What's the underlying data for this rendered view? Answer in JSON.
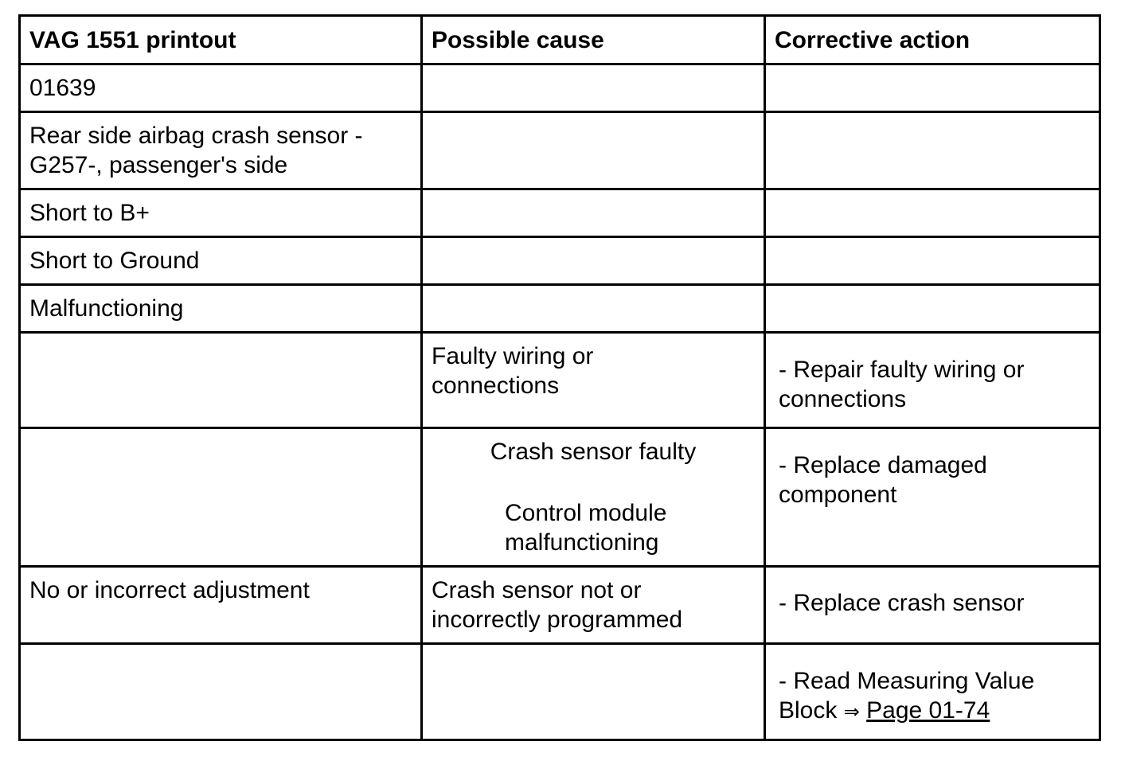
{
  "table": {
    "headers": [
      "VAG 1551 printout",
      "Possible cause",
      "Corrective action"
    ],
    "rows": [
      {
        "printout": "01639",
        "cause": "",
        "action": ""
      },
      {
        "printout": "Rear side airbag crash sensor -\nG257-, passenger's side",
        "cause": "",
        "action": ""
      },
      {
        "printout": "Short to B+",
        "cause": "",
        "action": ""
      },
      {
        "printout": "Short to Ground",
        "cause": "",
        "action": ""
      },
      {
        "printout": "Malfunctioning",
        "cause": "",
        "action": ""
      },
      {
        "printout": "",
        "cause": "Faulty wiring or\nconnections",
        "action": "- Repair faulty wiring or\nconnections"
      },
      {
        "printout": "",
        "cause_a": "Crash sensor faulty",
        "cause_b": "Control module\nmalfunctioning",
        "action": "- Replace damaged\ncomponent"
      },
      {
        "printout": "No or incorrect adjustment",
        "cause": "Crash sensor not or\nincorrectly programmed",
        "action": "- Replace crash sensor"
      },
      {
        "printout": "",
        "cause": "",
        "action_line1": "- Read Measuring Value",
        "action_prefix": "Block ",
        "action_arrow": "⇒",
        "action_link": "Page 01-74"
      }
    ]
  }
}
